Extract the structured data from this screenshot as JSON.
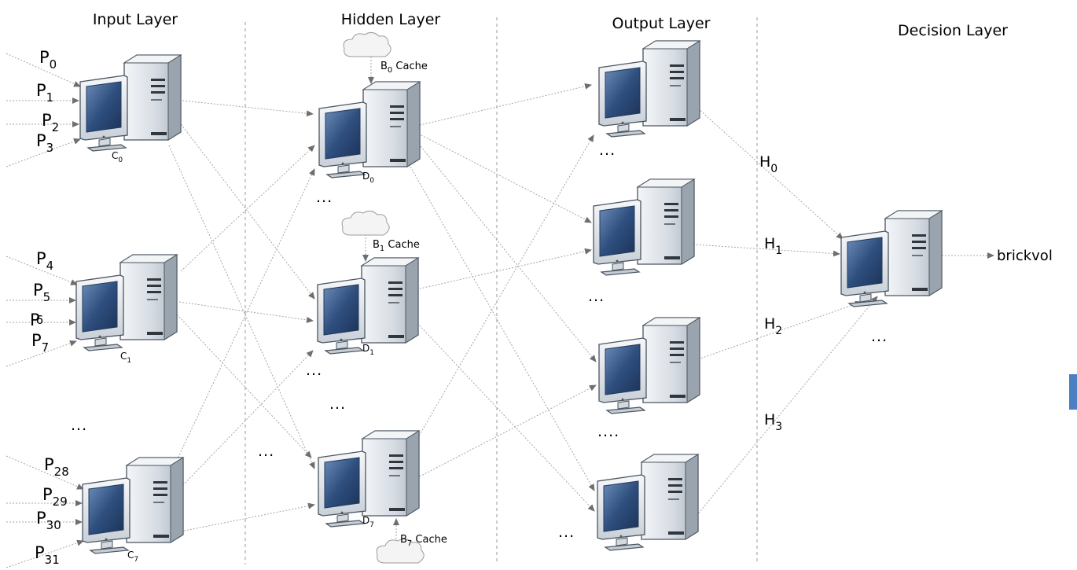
{
  "layers": {
    "input": "Input Layer",
    "hidden": "Hidden Layer",
    "output": "Output Layer",
    "decision": "Decision Layer"
  },
  "inputs": [
    {
      "base": "P",
      "sub": "0"
    },
    {
      "base": "P",
      "sub": "1"
    },
    {
      "base": "P",
      "sub": "2"
    },
    {
      "base": "P",
      "sub": "3"
    },
    {
      "base": "P",
      "sub": "4"
    },
    {
      "base": "P",
      "sub": "5"
    },
    {
      "base": "P",
      "sub": "6"
    },
    {
      "base": "P",
      "sub": "7"
    },
    {
      "base": "P",
      "sub": "28"
    },
    {
      "base": "P",
      "sub": "29"
    },
    {
      "base": "P",
      "sub": "30"
    },
    {
      "base": "P",
      "sub": "31"
    }
  ],
  "input_nodes": [
    {
      "base": "C",
      "sub": "0"
    },
    {
      "base": "C",
      "sub": "1"
    },
    {
      "base": "C",
      "sub": "7"
    }
  ],
  "hidden_nodes": [
    {
      "base": "D",
      "sub": "0"
    },
    {
      "base": "D",
      "sub": "1"
    },
    {
      "base": "D",
      "sub": "7"
    }
  ],
  "caches": [
    {
      "base": "B",
      "sub": "0",
      "suffix": " Cache"
    },
    {
      "base": "B",
      "sub": "1",
      "suffix": " Cache"
    },
    {
      "base": "B",
      "sub": "7",
      "suffix": " Cache"
    }
  ],
  "h_labels": [
    {
      "base": "H",
      "sub": "0"
    },
    {
      "base": "H",
      "sub": "1"
    },
    {
      "base": "H",
      "sub": "2"
    },
    {
      "base": "H",
      "sub": "3"
    }
  ],
  "output": "brickvol",
  "ellipses": [
    "...",
    "...",
    "...",
    "...",
    "...",
    "...",
    "...",
    "...",
    "....",
    "...",
    "..."
  ],
  "colors": {
    "arrow": "#a6a6a6",
    "divider": "#9a9a9a",
    "screen": "#2f4f7f",
    "case": "#dde3ea",
    "accent": "#4a7fc1"
  }
}
